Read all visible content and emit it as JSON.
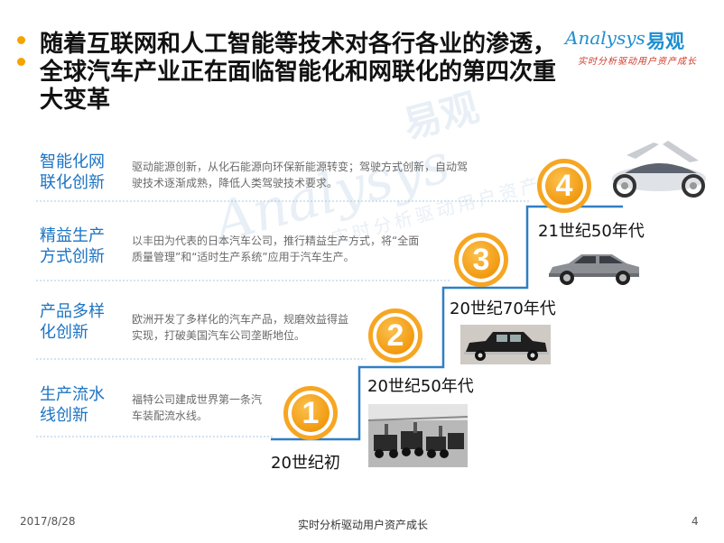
{
  "slide": {
    "title": "随着互联网和人工智能等技术对各行各业的渗透，全球汽车产业正在面临智能化和网联化的第四次重大变革",
    "logo": {
      "brand": "Analysys",
      "brand_cn": "易观",
      "slogan": "实时分析驱动用户资产成长"
    },
    "watermark": {
      "brand": "Analysys",
      "brand_cn": "易观",
      "slogan": "实时分析驱动用户资产成长"
    },
    "rows": [
      {
        "category": "智能化网联化创新",
        "description": "驱动能源创新，从化石能源向环保新能源转变；驾驶方式创新，自动驾驶技术逐渐成熟，降低人类驾驶技术要求。"
      },
      {
        "category": "精益生产方式创新",
        "description": "以丰田为代表的日本汽车公司，推行精益生产方式，将“全面质量管理”和“适时生产系统”应用于汽车生产。"
      },
      {
        "category": "产品多样化创新",
        "description": "欧洲开发了多样化的汽车产品，规磨效益得益实现，打破美国汽车公司垄断地位。"
      },
      {
        "category": "生产流水线创新",
        "description": "福特公司建成世界第一条汽车装配流水线。"
      }
    ],
    "steps": [
      {
        "number": "1",
        "era": "20世纪初"
      },
      {
        "number": "2",
        "era": "20世纪50年代"
      },
      {
        "number": "3",
        "era": "20世纪70年代"
      },
      {
        "number": "4",
        "era": "21世纪50年代"
      }
    ],
    "footer": {
      "date": "2017/8/28",
      "slogan": "实时分析驱动用户资产成长",
      "page": "4"
    },
    "colors": {
      "accent": "#f6a623",
      "blue": "#1c74c4",
      "line": "#3a86c8"
    }
  }
}
